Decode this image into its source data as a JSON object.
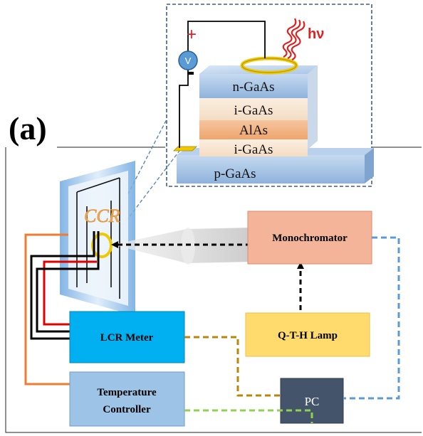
{
  "figure": {
    "panel_label": "(a)",
    "layers": [
      "n-GaAs",
      "i-GaAs",
      "AlAs",
      "i-GaAs",
      "p-GaAs"
    ],
    "photon_label": "hν",
    "plus_sign": "+",
    "minus_sign": "-",
    "voltmeter_label": "V",
    "ccr_label": "CCR",
    "instruments": {
      "monochromator": "Monochromator",
      "lamp": "Q-T-H Lamp",
      "lcr_meter": "LCR Meter",
      "temp_controller_line1": "Temperature",
      "temp_controller_line2": "Controller",
      "pc": "PC"
    },
    "colors": {
      "monochromator": "#f4b49a",
      "lamp": "#fedb6c",
      "lcr_meter": "#00b0f0",
      "temp_controller": "#9dc3e6",
      "pc": "#44546a",
      "cable_orange": "#ed7d31",
      "cable_blue": "#5b9bd5",
      "cable_gold": "#b8860b",
      "cable_green": "#92d050",
      "photon": "#e02020"
    }
  }
}
